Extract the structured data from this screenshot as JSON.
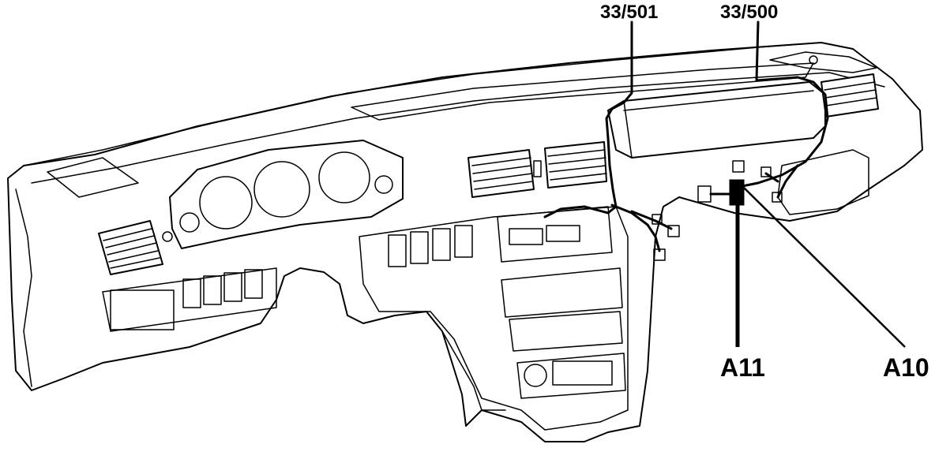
{
  "callouts": {
    "conn_501": "33/501",
    "conn_500": "33/500",
    "a11": "A11",
    "a10": "A10"
  },
  "colors": {
    "line": "#000000",
    "background": "#ffffff"
  }
}
